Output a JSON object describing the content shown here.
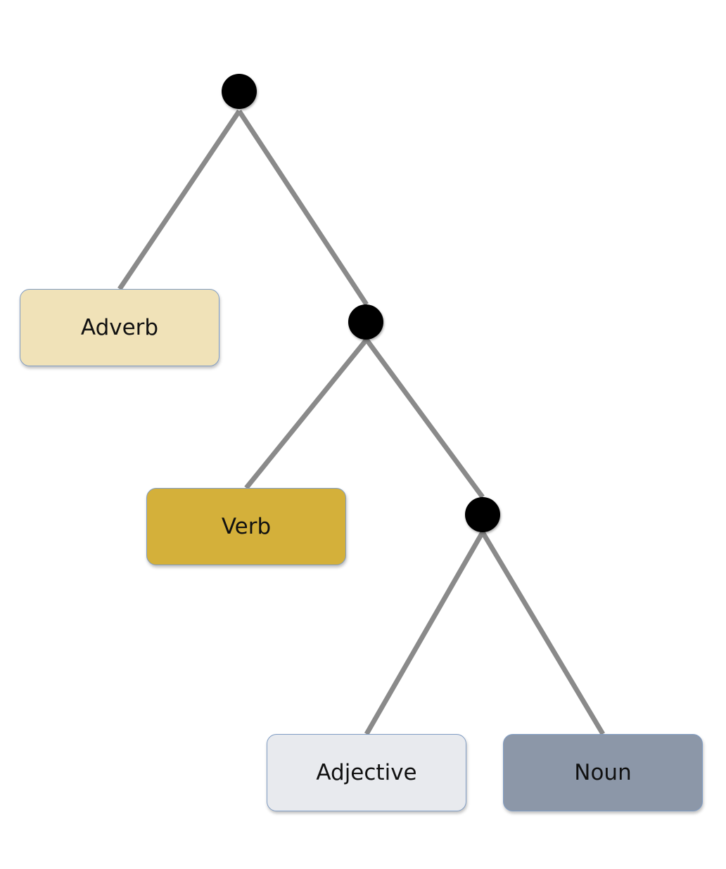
{
  "tree": {
    "edge_color": "#8a8a8a",
    "node_color": "#000000",
    "leaves": {
      "adverb": {
        "label": "Adverb",
        "fill": "#f0e2b8"
      },
      "verb": {
        "label": "Verb",
        "fill": "#d4b03a"
      },
      "adjective": {
        "label": "Adjective",
        "fill": "#e8eaee"
      },
      "noun": {
        "label": "Noun",
        "fill": "#8c97a8"
      }
    },
    "structure": "[ Adverb [ Verb [ Adjective Noun ] ] ]"
  }
}
